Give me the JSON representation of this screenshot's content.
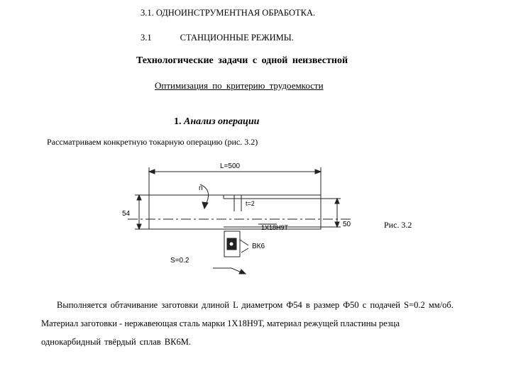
{
  "header": {
    "line1": "3.1.  ОДНОИНСТРУМЕНТНАЯ ОБРАБОТКА.",
    "line2_num": "3.1",
    "line2_text": "СТАНЦИОННЫЕ РЕЖИМЫ."
  },
  "title": "Технологические задачи с одной неизвестной",
  "subtitle": "Оптимизация по критерию трудоемкости",
  "section": {
    "number": "1.",
    "name": "Анализ операции"
  },
  "intro": "Рассматриваем конкретную токарную операцию (рис. 3.2)",
  "figure": {
    "caption": "Рис.  3.2",
    "dim_length": "L=500",
    "dim_left": "54",
    "dim_right": "50",
    "label_n": "n",
    "label_t": "t=2",
    "label_material": "1Х18Н9Т",
    "label_tool": "ВК6",
    "label_feed": "S=0.2"
  },
  "body": {
    "p1": "Выполняется обтачивание заготовки длиной L диаметром Ф54 в размер Ф50 с подачей S=0.2 мм/об.",
    "p2": "Материал заготовки - нержавеющая сталь марки 1Х18Н9Т, материал режущей пластины резца",
    "p3": "однокарбидный твёрдый сплав ВК6М."
  }
}
